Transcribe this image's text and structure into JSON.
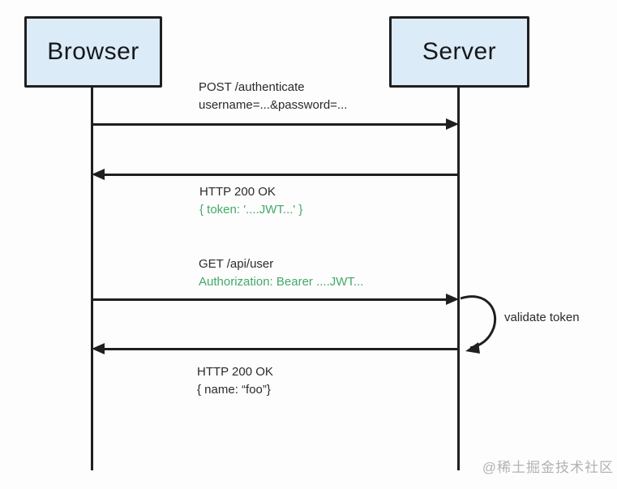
{
  "actors": [
    {
      "label": "Browser"
    },
    {
      "label": "Server"
    }
  ],
  "messages": [
    {
      "from": "Browser",
      "to": "Server",
      "line1": "POST /authenticate",
      "line2": "username=...&password=...",
      "line2_color": "black"
    },
    {
      "from": "Server",
      "to": "Browser",
      "line1": "HTTP 200 OK",
      "line2": "{ token: '....JWT...' }",
      "line2_color": "green"
    },
    {
      "from": "Browser",
      "to": "Server",
      "line1": "GET /api/user",
      "line2": "Authorization: Bearer ....JWT...",
      "line2_color": "green"
    },
    {
      "from": "Server",
      "to": "Browser",
      "line1": "HTTP 200 OK",
      "line2": "{ name: “foo”}",
      "line2_color": "black"
    }
  ],
  "self_action": {
    "actor": "Server",
    "label": "validate token"
  },
  "watermark": "@稀土掘金技术社区",
  "colors": {
    "actor_fill": "#dcebf8",
    "line_ink": "#1f1f1f",
    "code_green": "#42a968",
    "watermark_gray": "#b2b2b2"
  }
}
